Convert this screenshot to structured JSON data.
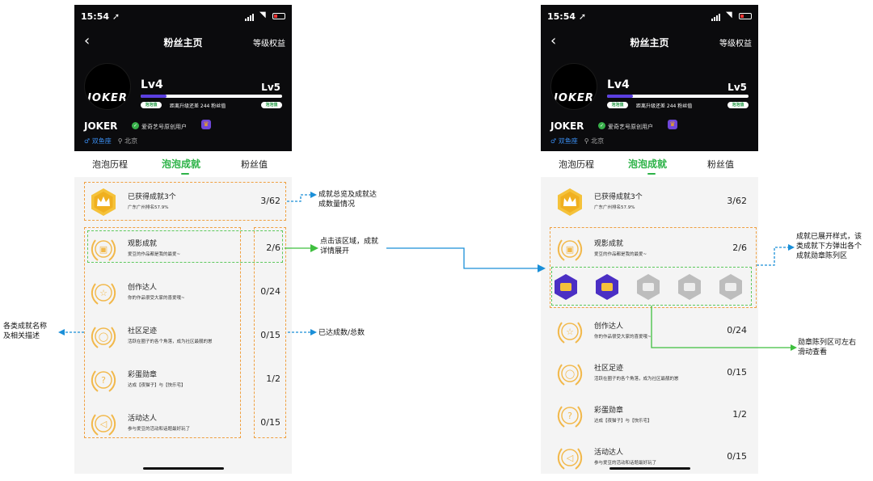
{
  "status": {
    "time": "15:54 ➚"
  },
  "nav": {
    "back": "‹",
    "title": "粉丝主页",
    "right": "等级权益"
  },
  "profile": {
    "avatar_text": "JOKER",
    "level_left": "Lv4",
    "level_right": "Lv5",
    "progress_fraction": 0.18,
    "tag_left": "泡泡值",
    "tag_right": "泡泡值",
    "diff_text": "距离升级还差 244 粉丝值",
    "name": "JOKER",
    "verify_text": "爱奇艺号原创用户",
    "gender_sign": "♂ 双鱼座",
    "location": "⚲ 北京"
  },
  "tabs": [
    "泡泡历程",
    "泡泡成就",
    "粉丝值"
  ],
  "summary": {
    "title": "已获得成就3个",
    "sub": "广东广州排名57.9%",
    "count": "3/62"
  },
  "rows": [
    {
      "title": "观影成就",
      "sub": "爱豆的作品都是我的最爱~",
      "count": "2/6",
      "icon": "film-icon"
    },
    {
      "title": "创作达人",
      "sub": "你的作品很受大家的喜爱哦~",
      "count": "0/24",
      "icon": "star-icon"
    },
    {
      "title": "社区足迹",
      "sub": "活跃在圈子的各个角落，成为社区最靓的崽",
      "count": "0/15",
      "icon": "planet-icon"
    },
    {
      "title": "彩蛋勋章",
      "sub": "达成【夜猫子】与【快乐宅】",
      "count": "1/2",
      "icon": "egg-icon"
    },
    {
      "title": "活动达人",
      "sub": "参与爱豆的活动和话题最好玩了",
      "count": "0/15",
      "icon": "horn-icon"
    }
  ],
  "badges": [
    "film-badge-1",
    "film-badge-2",
    "film-badge-3",
    "film-badge-4",
    "film-badge-5"
  ],
  "notes": {
    "n1": "成就总览及成就达\n成数量情况",
    "n2": "点击该区域，成就\n详情展开",
    "n3": "已达成数/总数",
    "n4": "各类成就名称\n及相关描述",
    "n5": "成就已展开样式，该\n类成就下方弹出各个\n成就勋章陈列区",
    "n6": "勋章陈列区可左右\n滑动查看"
  },
  "colors": {
    "accent": "#2db348",
    "orange_dash": "#f0a040",
    "green_dash": "#5dc95d",
    "arrow_blue": "#1a8fd8",
    "arrow_green": "#3fbf3f"
  }
}
